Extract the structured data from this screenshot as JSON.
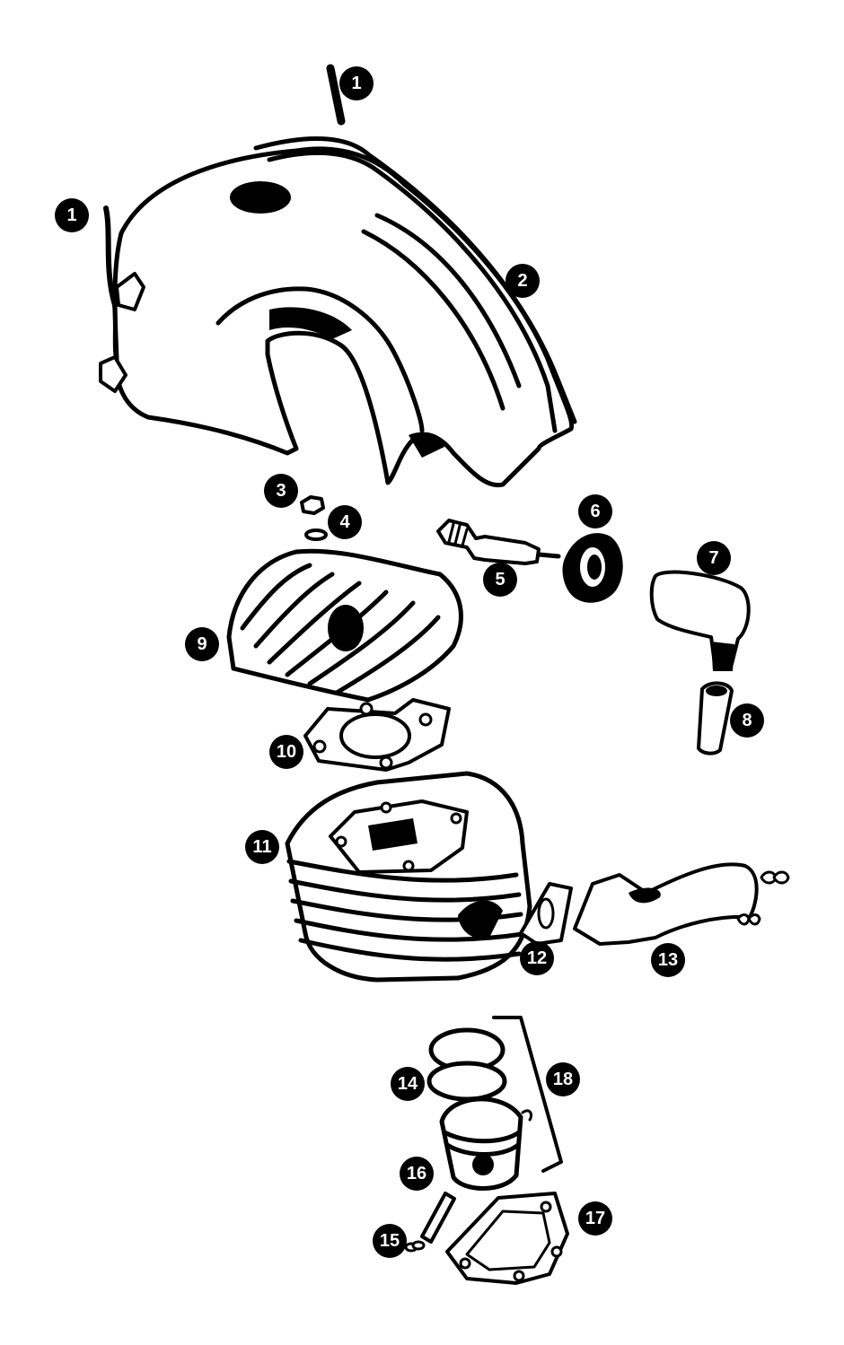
{
  "callouts": [
    {
      "id": "c1a",
      "label": "1"
    },
    {
      "id": "c1b",
      "label": "1"
    },
    {
      "id": "c2",
      "label": "2"
    },
    {
      "id": "c3",
      "label": "3"
    },
    {
      "id": "c4",
      "label": "4"
    },
    {
      "id": "c5",
      "label": "5"
    },
    {
      "id": "c6",
      "label": "6"
    },
    {
      "id": "c7",
      "label": "7"
    },
    {
      "id": "c8",
      "label": "8"
    },
    {
      "id": "c9",
      "label": "9"
    },
    {
      "id": "c10",
      "label": "10"
    },
    {
      "id": "c11",
      "label": "11"
    },
    {
      "id": "c12",
      "label": "12"
    },
    {
      "id": "c13",
      "label": "13"
    },
    {
      "id": "c14",
      "label": "14"
    },
    {
      "id": "c15",
      "label": "15"
    },
    {
      "id": "c16",
      "label": "16"
    },
    {
      "id": "c17",
      "label": "17"
    },
    {
      "id": "c18",
      "label": "18"
    }
  ],
  "colors": {
    "ink": "#000000",
    "paper": "#ffffff"
  }
}
